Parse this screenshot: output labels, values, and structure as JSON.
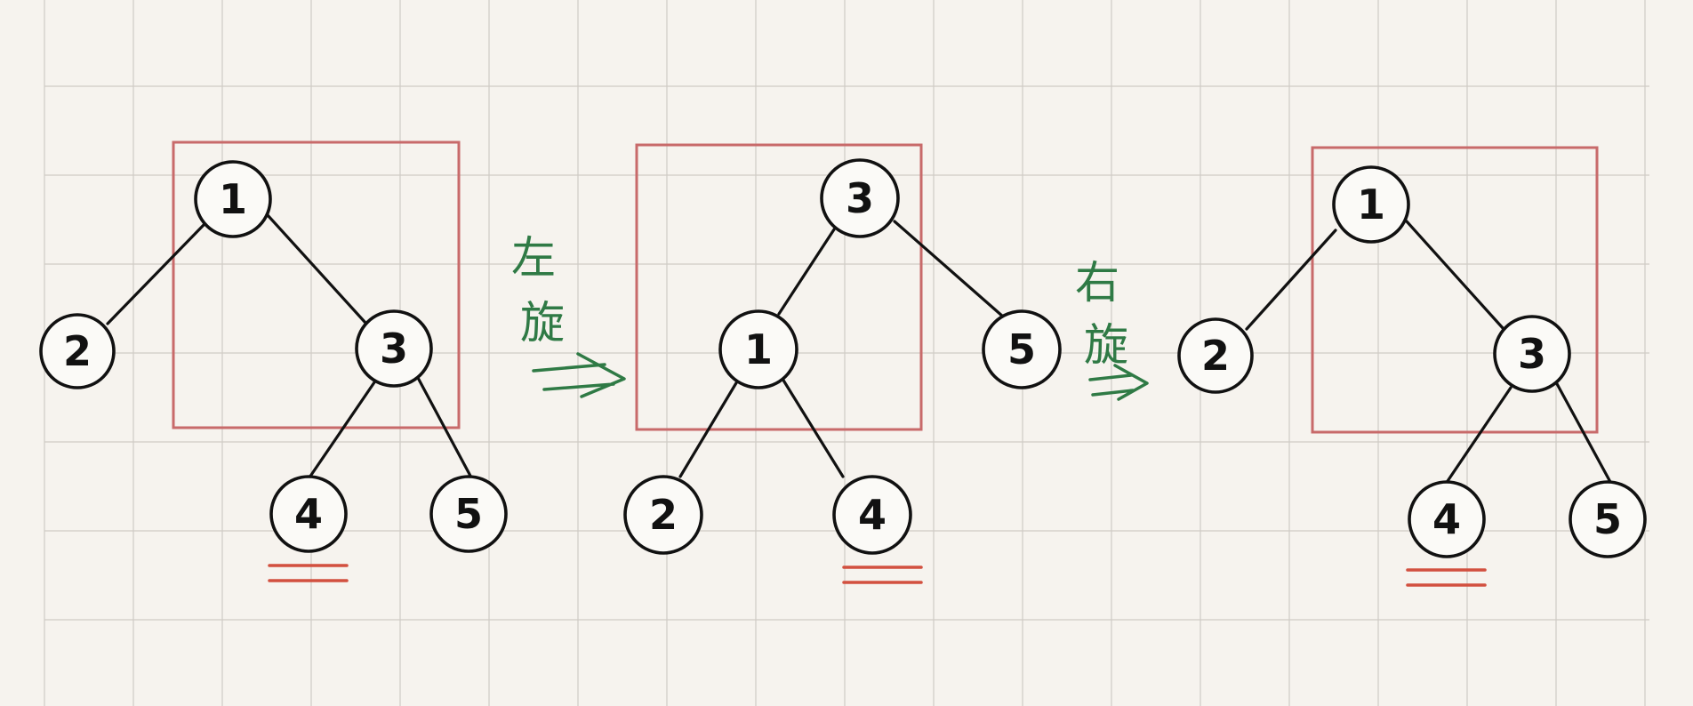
{
  "annotations": [
    {
      "id": "rotate-label-1",
      "chars": [
        "左",
        "旋"
      ]
    },
    {
      "id": "rotate-label-2",
      "chars": [
        "右",
        "旋"
      ]
    }
  ],
  "trees": [
    {
      "id": "tree-1",
      "nodes": [
        {
          "id": "t1-n1",
          "label": "1"
        },
        {
          "id": "t1-n2",
          "label": "2"
        },
        {
          "id": "t1-n3",
          "label": "3"
        },
        {
          "id": "t1-n4",
          "label": "4"
        },
        {
          "id": "t1-n5",
          "label": "5"
        }
      ],
      "edges": [
        [
          "t1-n1",
          "t1-n2"
        ],
        [
          "t1-n1",
          "t1-n3"
        ],
        [
          "t1-n3",
          "t1-n4"
        ],
        [
          "t1-n3",
          "t1-n5"
        ]
      ],
      "highlighted_node": "t1-n4"
    },
    {
      "id": "tree-2",
      "nodes": [
        {
          "id": "t2-n3",
          "label": "3"
        },
        {
          "id": "t2-n1",
          "label": "1"
        },
        {
          "id": "t2-n5",
          "label": "5"
        },
        {
          "id": "t2-n2",
          "label": "2"
        },
        {
          "id": "t2-n4",
          "label": "4"
        }
      ],
      "edges": [
        [
          "t2-n3",
          "t2-n1"
        ],
        [
          "t2-n3",
          "t2-n5"
        ],
        [
          "t2-n1",
          "t2-n2"
        ],
        [
          "t2-n1",
          "t2-n4"
        ]
      ],
      "highlighted_node": "t2-n4"
    },
    {
      "id": "tree-3",
      "nodes": [
        {
          "id": "t3-n1",
          "label": "1"
        },
        {
          "id": "t3-n2",
          "label": "2"
        },
        {
          "id": "t3-n3",
          "label": "3"
        },
        {
          "id": "t3-n4",
          "label": "4"
        },
        {
          "id": "t3-n5",
          "label": "5"
        }
      ],
      "edges": [
        [
          "t3-n1",
          "t3-n2"
        ],
        [
          "t3-n1",
          "t3-n3"
        ],
        [
          "t3-n3",
          "t3-n4"
        ],
        [
          "t3-n3",
          "t3-n5"
        ]
      ],
      "highlighted_node": "t3-n4"
    }
  ],
  "colors": {
    "background": "#f6f3ee",
    "grid": "#cfcbc5",
    "node_stroke": "#111111",
    "frame": "#c86a6a",
    "underline": "#d2503f",
    "annotation": "#2f7a45"
  }
}
